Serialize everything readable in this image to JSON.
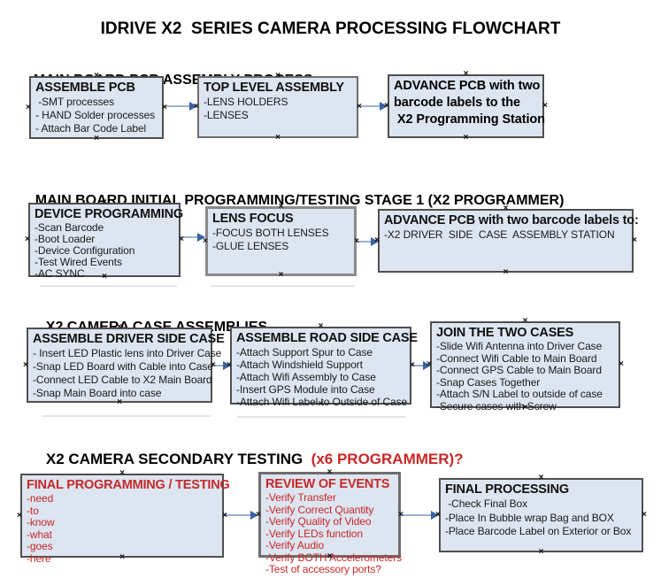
{
  "title": "IDRIVE X2  SERIES CAMERA PROCESSING FLOWCHART",
  "colors": {
    "box_fill": "#dde5f0",
    "box_border": "#4f4f4f",
    "arrow_line": "#9bb0cd",
    "arrow_head": "#3b62a0",
    "red_text": "#c62828"
  },
  "sections": [
    {
      "heading_text": "MAIN BOARD PCB ASSEMBLY PROCESS",
      "heading_red": "",
      "boxes": [
        {
          "id": "a",
          "name": "assemble-pcb",
          "red": false,
          "bold_body": false,
          "title": "ASSEMBLE PCB",
          "lines": [
            " -SMT processes",
            "- HAND Solder processes",
            "- Attach Bar Code Label"
          ]
        },
        {
          "id": "b",
          "name": "top-level-assembly",
          "red": false,
          "bold_body": false,
          "title": "TOP LEVEL ASSEMBLY",
          "lines": [
            "-LENS HOLDERS",
            "-LENSES"
          ]
        },
        {
          "id": "c",
          "name": "advance-pcb-to-programming-station",
          "red": false,
          "bold_body": true,
          "title": "",
          "lines": [
            "ADVANCE PCB with two",
            "barcode labels to the",
            " X2 Programming Station"
          ]
        }
      ]
    },
    {
      "heading_text": "MAIN BOARD INITIAL PROGRAMMING/TESTING STAGE 1 (X2 PROGRAMMER)",
      "heading_red": "",
      "boxes": [
        {
          "id": "d",
          "name": "device-programming",
          "red": false,
          "bold_body": false,
          "title": "DEVICE PROGRAMMING",
          "lines": [
            "-Scan Barcode",
            "-Boot Loader",
            "-Device Configuration",
            "-Test Wired Events",
            "-AC SYNC"
          ]
        },
        {
          "id": "e",
          "name": "lens-focus",
          "red": false,
          "bold_body": false,
          "title": "LENS FOCUS",
          "lines": [
            "-FOCUS BOTH LENSES",
            "-GLUE LENSES"
          ]
        },
        {
          "id": "f",
          "name": "advance-pcb-to-case-assembly-station",
          "red": false,
          "bold_body": false,
          "title": "ADVANCE PCB with two barcode labels to:",
          "lines": [
            "-X2 DRIVER  SIDE  CASE  ASSEMBLY STATION"
          ]
        }
      ]
    },
    {
      "heading_text": "X2 CAMERA CASE ASSEMBLIES",
      "heading_red": "",
      "boxes": [
        {
          "id": "g",
          "name": "assemble-driver-side-case",
          "red": false,
          "bold_body": false,
          "title": "ASSEMBLE DRIVER SIDE CASE",
          "lines": [
            "- Insert LED Plastic lens into Driver Case",
            "-Snap LED Board with Cable into Case",
            "-Connect LED Cable to X2 Main Board",
            "-Snap Main Board into case"
          ]
        },
        {
          "id": "h",
          "name": "assemble-road-side-case",
          "red": false,
          "bold_body": false,
          "title": "ASSEMBLE ROAD SIDE CASE",
          "lines": [
            "-Attach Support Spur to Case",
            "-Attach Windshield Support",
            "-Attach Wifi Assembly to Case",
            "-Insert GPS Module into Case",
            "-Attach Wifi Label to Outside of Case"
          ]
        },
        {
          "id": "i",
          "name": "join-the-two-cases",
          "red": false,
          "bold_body": false,
          "title": "JOIN THE TWO CASES",
          "lines": [
            "-Slide Wifi Antenna into Driver Case",
            "-Connect Wifi Cable to Main Board",
            "-Connect GPS Cable to Main Board",
            "-Snap Cases Together",
            "-Attach S/N Label to outside of case",
            "-Secure cases with Screw"
          ]
        }
      ]
    },
    {
      "heading_text": "X2 CAMERA SECONDARY TESTING  ",
      "heading_red": "(x6 PROGRAMMER)?",
      "boxes": [
        {
          "id": "j",
          "name": "final-programming-testing",
          "red": true,
          "bold_body": false,
          "title": "FINAL PROGRAMMING / TESTING",
          "lines": [
            "-need",
            "-to",
            "-know",
            "-what",
            "-goes",
            "-here"
          ]
        },
        {
          "id": "k",
          "name": "review-of-events",
          "red": true,
          "bold_body": false,
          "title": "REVIEW OF EVENTS",
          "lines": [
            "-Verify Transfer",
            "-Verify Correct Quantity",
            "-Verify Quality of Video",
            "-Verify LEDs function",
            "-Verify Audio",
            "-Verify BOTH Accelerometers",
            "-Test of accessory ports?"
          ]
        },
        {
          "id": "l",
          "name": "final-processing",
          "red": false,
          "bold_body": false,
          "title": "FINAL PROCESSING",
          "lines": [
            " -Check Final Box",
            "-Place In Bubble wrap Bag and BOX",
            "-Place Barcode Label on Exterior or Box"
          ]
        }
      ]
    }
  ]
}
